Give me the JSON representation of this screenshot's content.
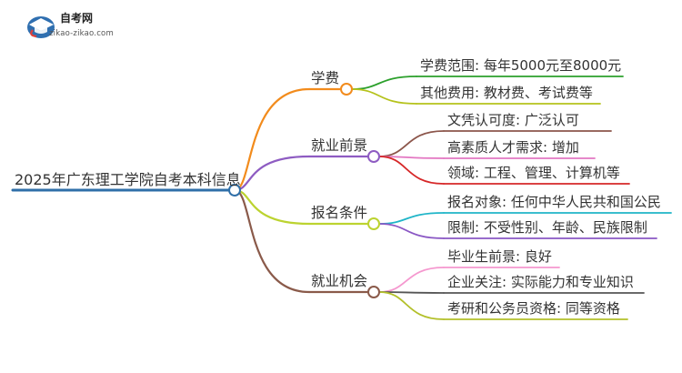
{
  "logo": {
    "title": "自考网",
    "url": "zikao-zikao.com"
  },
  "root": {
    "label": "2025年广东理工学院自考本科信息",
    "color": "#2f6fa8"
  },
  "branches": [
    {
      "label": "学费",
      "color": "#f28b1c",
      "leaves": [
        {
          "label": "学费范围: 每年5000元至8000元",
          "color": "#2ca02c"
        },
        {
          "label": "其他费用: 教材费、考试费等",
          "color": "#b5c21b"
        }
      ]
    },
    {
      "label": "就业前景",
      "color": "#8e5cc2",
      "leaves": [
        {
          "label": "文凭认可度: 广泛认可",
          "color": "#8c564b"
        },
        {
          "label": "高素质人才需求: 增加",
          "color": "#e377c2"
        },
        {
          "label": "领域: 工程、管理、计算机等",
          "color": "#d62728"
        }
      ]
    },
    {
      "label": "报名条件",
      "color": "#bcd330",
      "leaves": [
        {
          "label": "报名对象: 任何中华人民共和国公民",
          "color": "#1fb5c8"
        },
        {
          "label": "限制: 不受性别、年龄、民族限制",
          "color": "#8a57c4"
        }
      ]
    },
    {
      "label": "就业机会",
      "color": "#8a5a4a",
      "leaves": [
        {
          "label": "毕业生前景: 良好",
          "color": "#f598cf"
        },
        {
          "label": "企业关注: 实际能力和专业知识",
          "color": "#555555"
        },
        {
          "label": "考研和公务员资格: 同等资格",
          "color": "#b3c02a"
        }
      ]
    }
  ]
}
